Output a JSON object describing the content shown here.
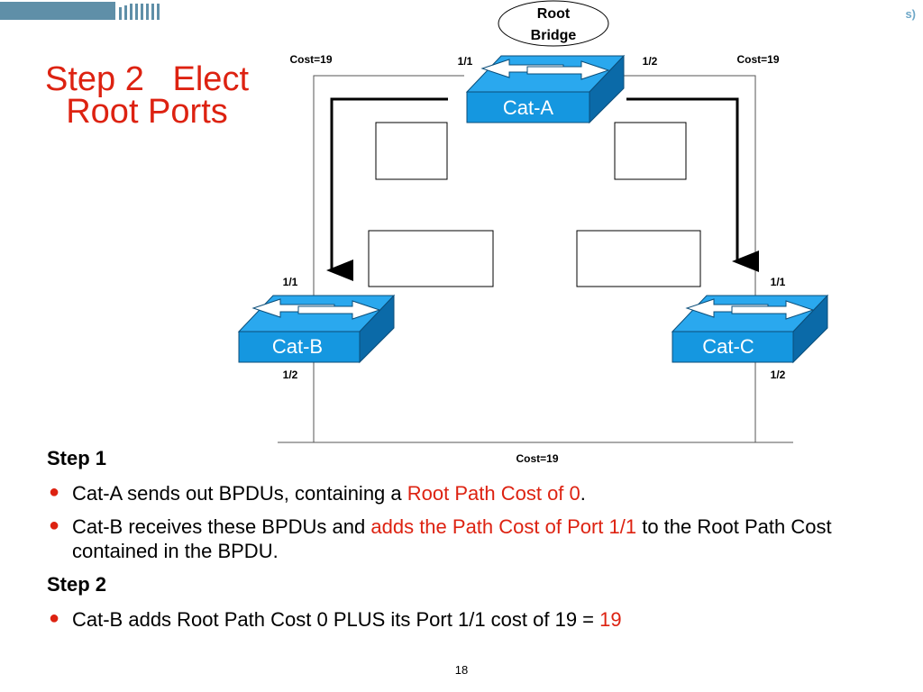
{
  "slide": {
    "title_line1": "Step 2   Elect",
    "title_line2": "Root Ports",
    "corner_mark": "s)",
    "page_number": "18"
  },
  "diagram": {
    "root_bubble_line1": "Root",
    "root_bubble_line2": "Bridge",
    "switch_a": "Cat-A",
    "switch_b": "Cat-B",
    "switch_c": "Cat-C",
    "cost_top_left": "Cost=19",
    "cost_top_right": "Cost=19",
    "cost_bottom": "Cost=19",
    "a_port_left": "1/1",
    "a_port_right": "1/2",
    "b_port_top": "1/1",
    "b_port_bottom": "1/2",
    "c_port_top": "1/1",
    "c_port_bottom": "1/2",
    "switch_color": "#1597e0",
    "switch_top_color": "#2aa8ee",
    "switch_side_color": "#0b6aa8"
  },
  "body": {
    "step1": "Step 1",
    "b1_pre": "Cat-A sends out BPDUs, containing a ",
    "b1_red": "Root Path Cost of 0",
    "b1_post": ".",
    "b2_pre": "Cat-B receives these BPDUs and ",
    "b2_red": "adds the Path Cost of Port 1/1",
    "b2_post": " to the Root Path Cost contained in the BPDU.",
    "step2": "Step 2",
    "b3_pre": "Cat-B adds Root Path Cost 0 PLUS its Port 1/1 cost of 19 = ",
    "b3_red": "19",
    "bullet_glyph": "●"
  }
}
